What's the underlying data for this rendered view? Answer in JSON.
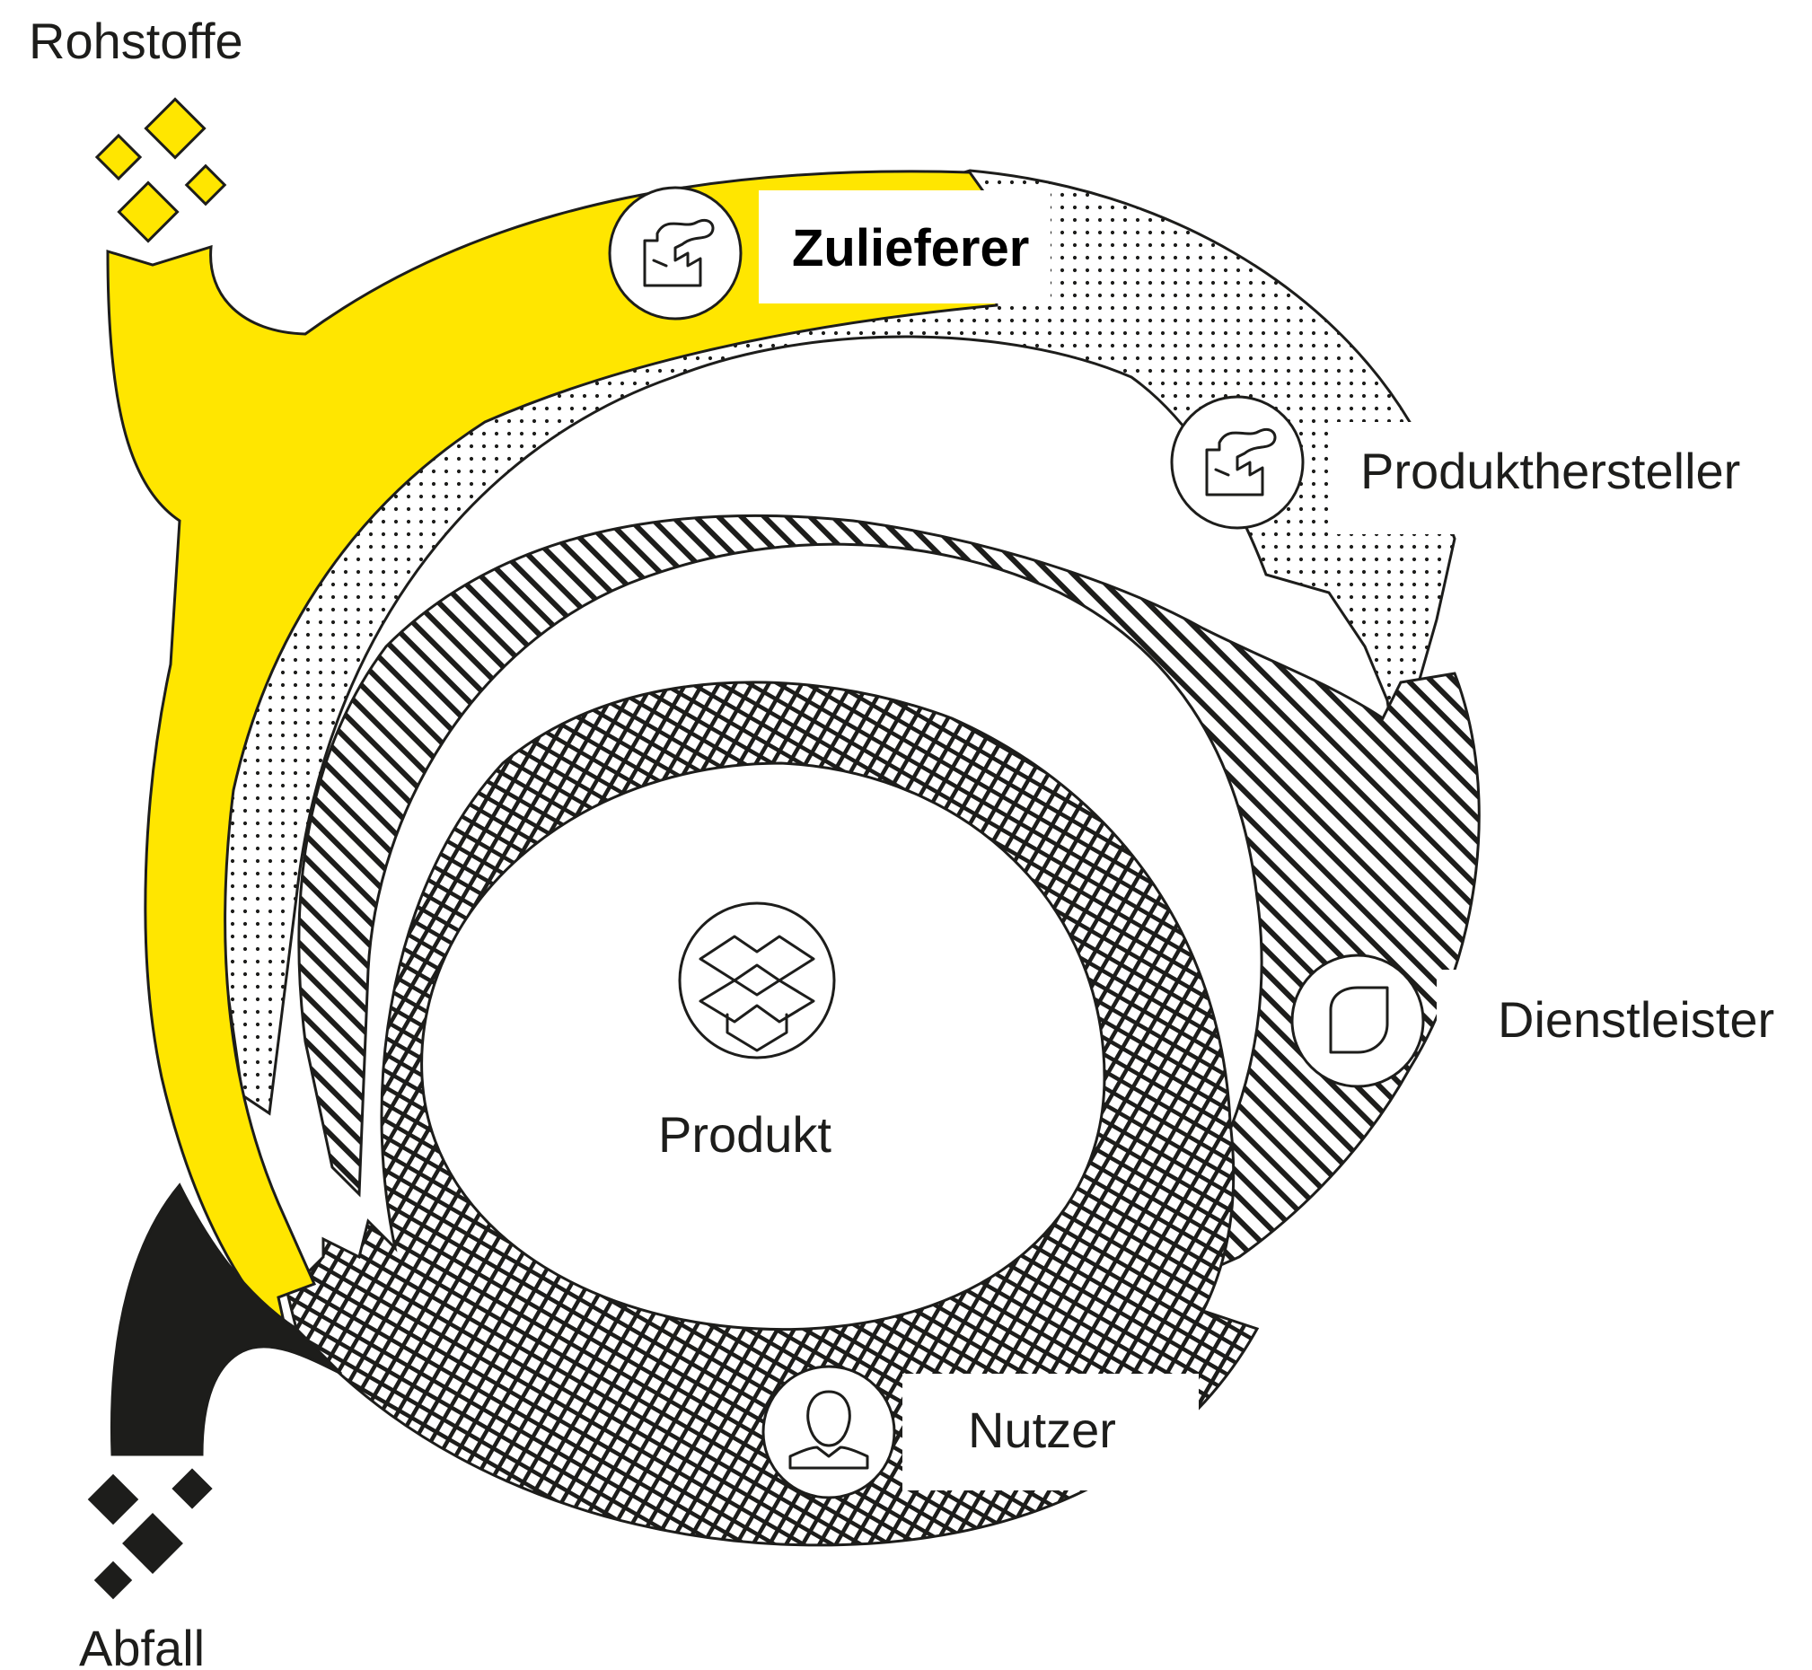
{
  "labels": {
    "raw_materials": "Rohstoffe",
    "supplier": "Zulieferer",
    "manufacturer": "Produkthersteller",
    "service_provider": "Dienstleister",
    "product": "Produkt",
    "user": "Nutzer",
    "waste": "Abfall"
  },
  "colors": {
    "accent_yellow": "#FFE600",
    "waste_black": "#1D1D1B",
    "outline": "#1D1D1B",
    "background": "#FFFFFF"
  },
  "icons": {
    "supplier": "factory-icon",
    "manufacturer": "factory-icon",
    "service_provider": "leaf-icon",
    "product": "box-icon",
    "user": "person-icon"
  }
}
